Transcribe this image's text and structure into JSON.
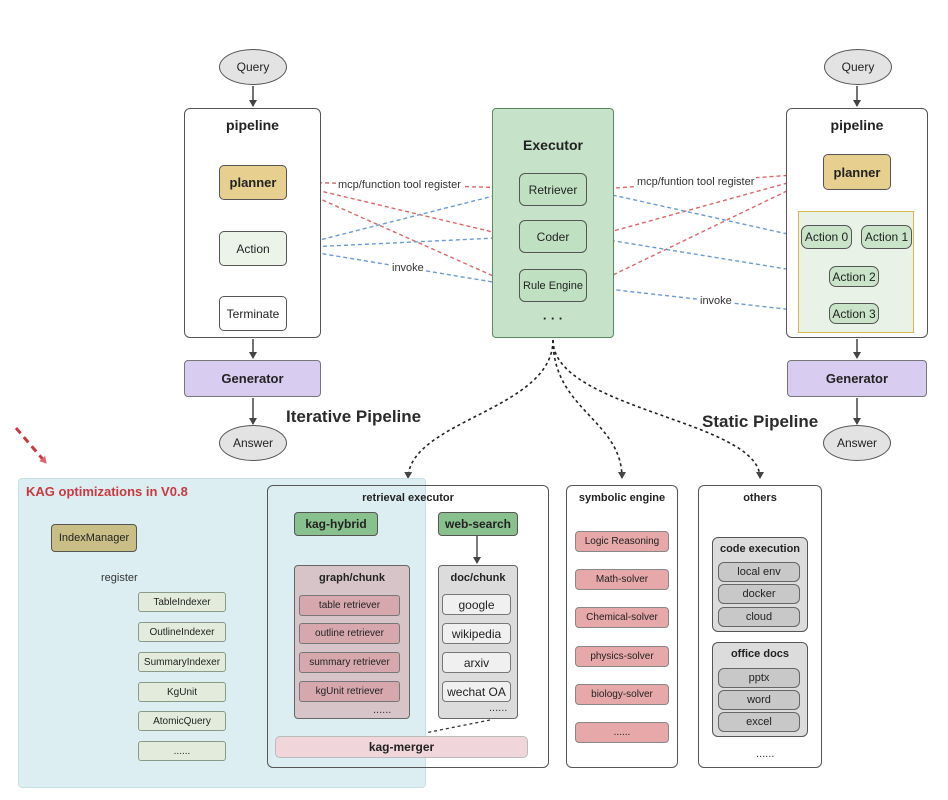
{
  "colors": {
    "planner": "#e7cf8f",
    "action": "#ecf4ea",
    "generator": "#d8cdf0",
    "executor": "#c6e2c8",
    "tool": "#bfe0c1",
    "red_dash": "#d9686a",
    "blue_dash": "#6b9bd6",
    "kag_bg": "#dceef2",
    "kag_title": "#c9393f"
  },
  "iterative": {
    "query": "Query",
    "title": "pipeline",
    "planner": "planner",
    "action": "Action",
    "terminate": "Terminate",
    "generator": "Generator",
    "answer": "Answer",
    "caption": "Iterative Pipeline"
  },
  "executor": {
    "title": "Executor",
    "tools": [
      "Retriever",
      "Coder",
      "Rule Engine"
    ],
    "more": "· · ·"
  },
  "static": {
    "query": "Query",
    "title": "pipeline",
    "planner": "planner",
    "actions": [
      "Action 0",
      "Action 1",
      "Action 2",
      "Action 3"
    ],
    "generator": "Generator",
    "answer": "Answer",
    "caption": "Static Pipeline"
  },
  "edge_labels": {
    "left_register": "mcp/function tool register",
    "right_register": "mcp/funtion tool register",
    "left_invoke": "invoke",
    "right_invoke": "invoke"
  },
  "kag": {
    "title": "KAG optimizations in V0.8",
    "index_manager": "IndexManager",
    "register_label": "register",
    "indexers": [
      "TableIndexer",
      "OutlineIndexer",
      "SummaryIndexer",
      "KgUnit",
      "AtomicQuery",
      "......"
    ]
  },
  "retrieval": {
    "title": "retrieval executor",
    "hybrid": "kag-hybrid",
    "web": "web-search",
    "graph_chunk": {
      "title": "graph/chunk",
      "items": [
        "table retriever",
        "outline retriever",
        "summary retriever",
        "kgUnit retriever"
      ],
      "more": "......"
    },
    "doc_chunk": {
      "title": "doc/chunk",
      "items": [
        "google",
        "wikipedia",
        "arxiv",
        "wechat OA"
      ],
      "more": "......"
    },
    "merger": "kag-merger"
  },
  "symbolic": {
    "title": "symbolic engine",
    "items": [
      "Logic Reasoning",
      "Math-solver",
      "Chemical-solver",
      "physics-solver",
      "biology-solver",
      "......"
    ]
  },
  "others": {
    "title": "others",
    "code": {
      "title": "code execution",
      "items": [
        "local env",
        "docker",
        "cloud"
      ]
    },
    "office": {
      "title": "office docs",
      "items": [
        "pptx",
        "word",
        "excel"
      ]
    },
    "more": "......"
  }
}
